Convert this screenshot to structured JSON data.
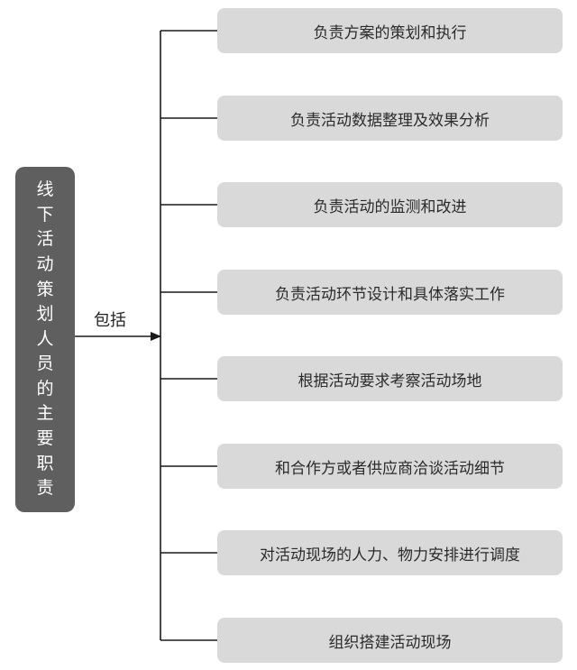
{
  "root": {
    "label": "线下活动策划人员的主要职责",
    "chars": [
      "线",
      "下",
      "活",
      "动",
      "策",
      "划",
      "人",
      "员",
      "的",
      "主",
      "要",
      "职",
      "责"
    ]
  },
  "edge_label": "包括",
  "items": [
    "负责方案的策划和执行",
    "负责活动数据整理及效果分析",
    "负责活动的监测和改进",
    "负责活动环节设计和具体落实工作",
    "根据活动要求考察活动场地",
    "和合作方或者供应商洽谈活动细节",
    "对活动现场的人力、物力安排进行调度",
    "组织搭建活动现场"
  ],
  "colors": {
    "root_fill": "#5f5f5f",
    "root_text": "#ffffff",
    "item_fill": "#d9d9d9",
    "item_text": "#2b2b2b",
    "line": "#1a1a1a"
  }
}
